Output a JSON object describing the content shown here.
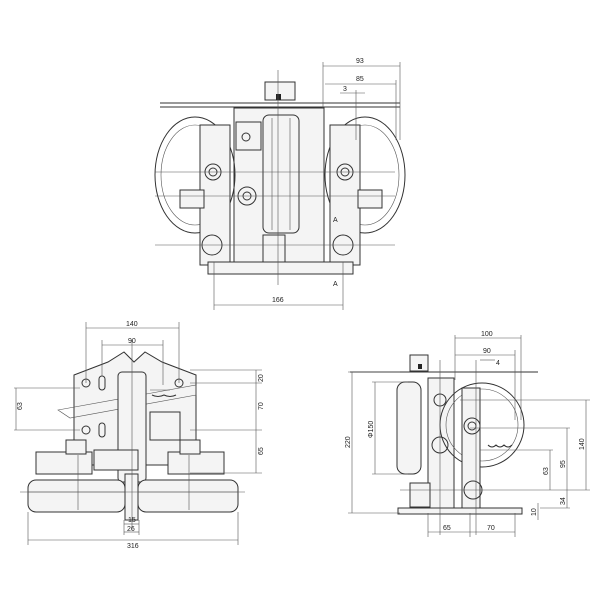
{
  "drawing": {
    "top_view": {
      "dims": {
        "d93": "93",
        "d85": "85",
        "d3": "3",
        "d166": "166",
        "sectionA_top": "A",
        "sectionA_bottom": "A"
      }
    },
    "front_view": {
      "dims": {
        "d140": "140",
        "d90": "90",
        "d63": "63",
        "d20": "20",
        "d70": "70",
        "d65": "65",
        "d15": "15",
        "d26": "26",
        "d316": "316"
      }
    },
    "side_view": {
      "dims": {
        "d100": "100",
        "d90": "90",
        "d4": "4",
        "d220": "220",
        "dphi150": "Φ150",
        "d140": "140",
        "d95": "95",
        "d63": "63",
        "d34": "34",
        "d10": "10",
        "d65": "65",
        "d70": "70"
      }
    }
  }
}
